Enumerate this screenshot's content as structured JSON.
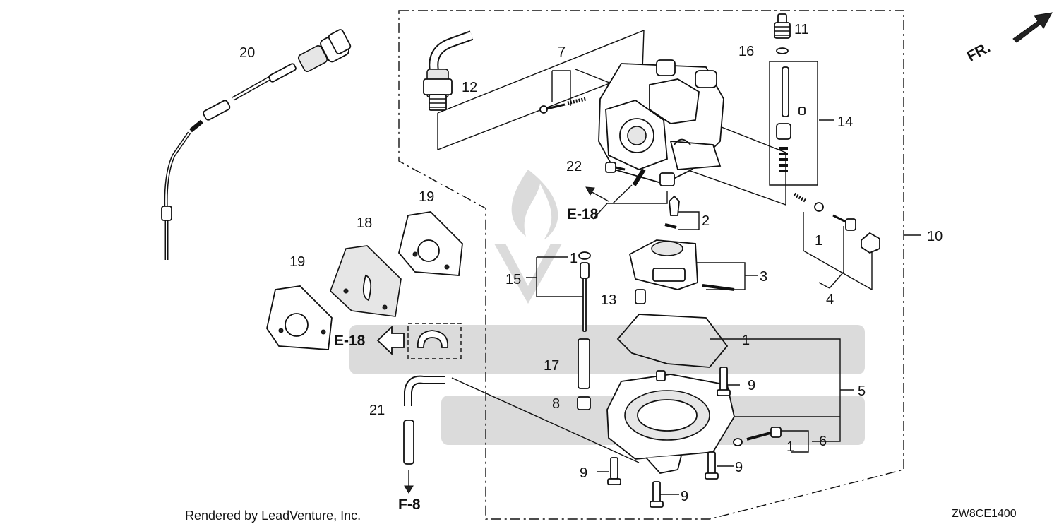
{
  "callouts": {
    "c1a": "1",
    "c1b": "1",
    "c1c": "1",
    "c1d": "1",
    "c2": "2",
    "c3": "3",
    "c4": "4",
    "c5": "5",
    "c6": "6",
    "c7": "7",
    "c8": "8",
    "c9a": "9",
    "c9b": "9",
    "c9c": "9",
    "c9d": "9",
    "c10": "10",
    "c11": "11",
    "c12": "12",
    "c13": "13",
    "c14": "14",
    "c15": "15",
    "c16": "16",
    "c17": "17",
    "c18": "18",
    "c19a": "19",
    "c19b": "19",
    "c20": "20",
    "c21": "21",
    "c22": "22"
  },
  "references": {
    "e18_top": "E-18",
    "e18_left": "E-18",
    "f8": "F-8"
  },
  "direction_marker": "FR.",
  "footer": {
    "rendered_by": "Rendered by LeadVenture, Inc.",
    "diagram_code": "ZW8CE1400"
  }
}
